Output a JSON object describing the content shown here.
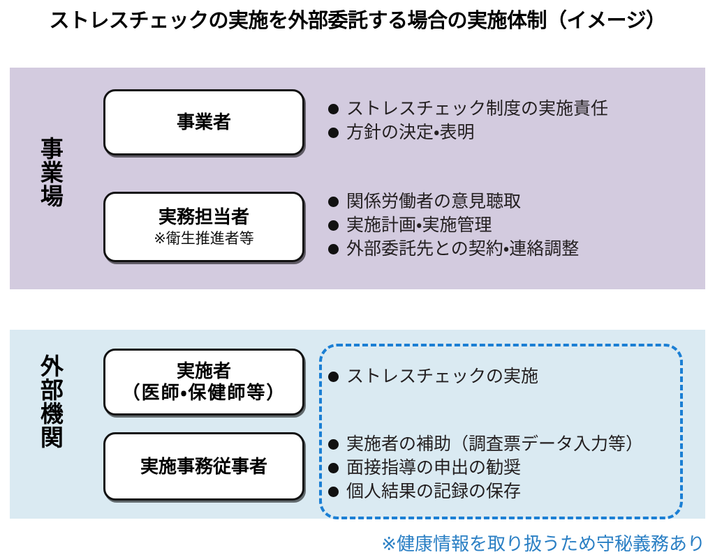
{
  "title": "ストレスチェックの実施を外部委託する場合の実施体制（イメージ）",
  "colors": {
    "worksite_panel": "#d3cbdf",
    "external_panel": "#daeaf2",
    "dashed_border": "#1b7fd4",
    "footnote_text": "#2a7fc4",
    "box_border": "#111111",
    "box_fill": "#ffffff"
  },
  "sections": {
    "worksite": {
      "label": "事業場",
      "roles": [
        {
          "name": "事業者",
          "sub": "",
          "duties": [
            "ストレスチェック制度の実施責任",
            "方針の決定・表明"
          ]
        },
        {
          "name": "実務担当者",
          "sub": "※衛生推進者等",
          "duties": [
            "関係労働者の意見聴取",
            "実施計画・実施管理",
            "外部委託先との契約・連絡調整"
          ]
        }
      ]
    },
    "external": {
      "label": "外部機関",
      "roles": [
        {
          "name": "実施者",
          "sub": "（医師・保健師等）",
          "duties": [
            "ストレスチェックの実施"
          ]
        },
        {
          "name": "実施事務従事者",
          "sub": "",
          "duties": [
            "実施者の補助（調査票データ入力等）",
            "面接指導の申出の勧奨",
            "個人結果の記録の保存"
          ]
        }
      ],
      "confidentiality_note": "※健康情報を取り扱うため守秘義務あり"
    }
  }
}
